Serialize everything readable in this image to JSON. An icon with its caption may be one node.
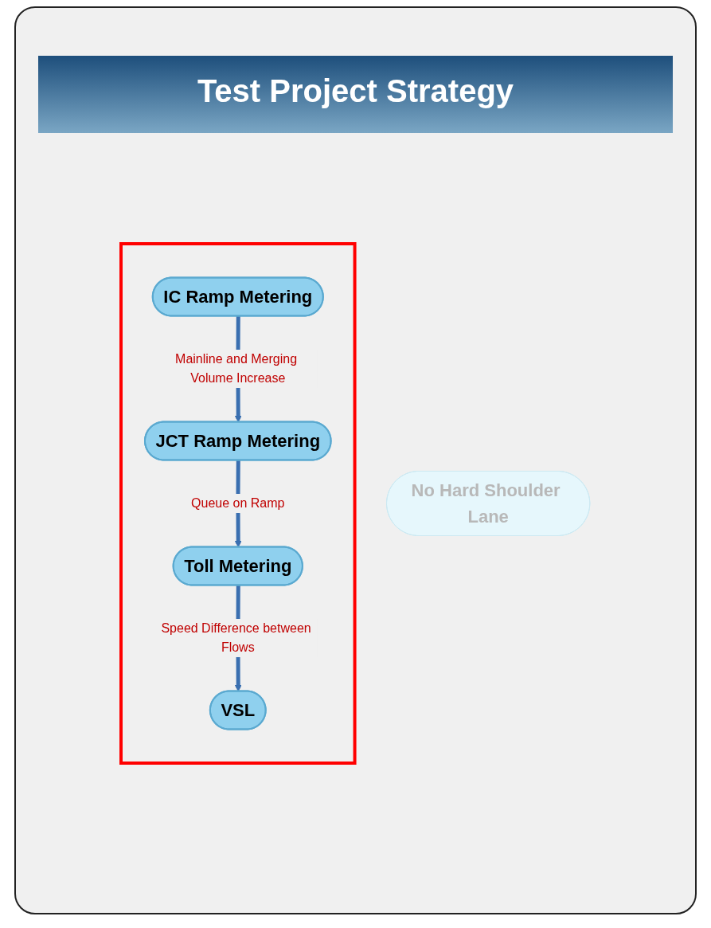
{
  "diagram": {
    "title": "Test Project Strategy",
    "nodes": [
      {
        "text": [
          "No Hard Shoulder Lane"
        ]
      },
      {
        "text": [],
        "shape": "box"
      },
      {
        "text": [
          "IC Ramp Metering"
        ],
        "in": 1
      },
      {
        "text": [
          "JCT Ramp Metering"
        ],
        "in": 1
      },
      {
        "text": [
          "Toll Metering"
        ],
        "in": 1
      },
      {
        "text": [
          "VSL"
        ],
        "in": 1
      }
    ],
    "edges": [
      {
        "from": 2,
        "to": 3,
        "arrow": "to",
        "label": "Mainline and Merging Volume Increase"
      },
      {
        "from": 3,
        "to": 4,
        "arrow": "to",
        "label": "Queue on Ramp"
      },
      {
        "from": 4,
        "to": 5,
        "arrow": "to",
        "label": "Speed Difference between Flows"
      }
    ]
  }
}
